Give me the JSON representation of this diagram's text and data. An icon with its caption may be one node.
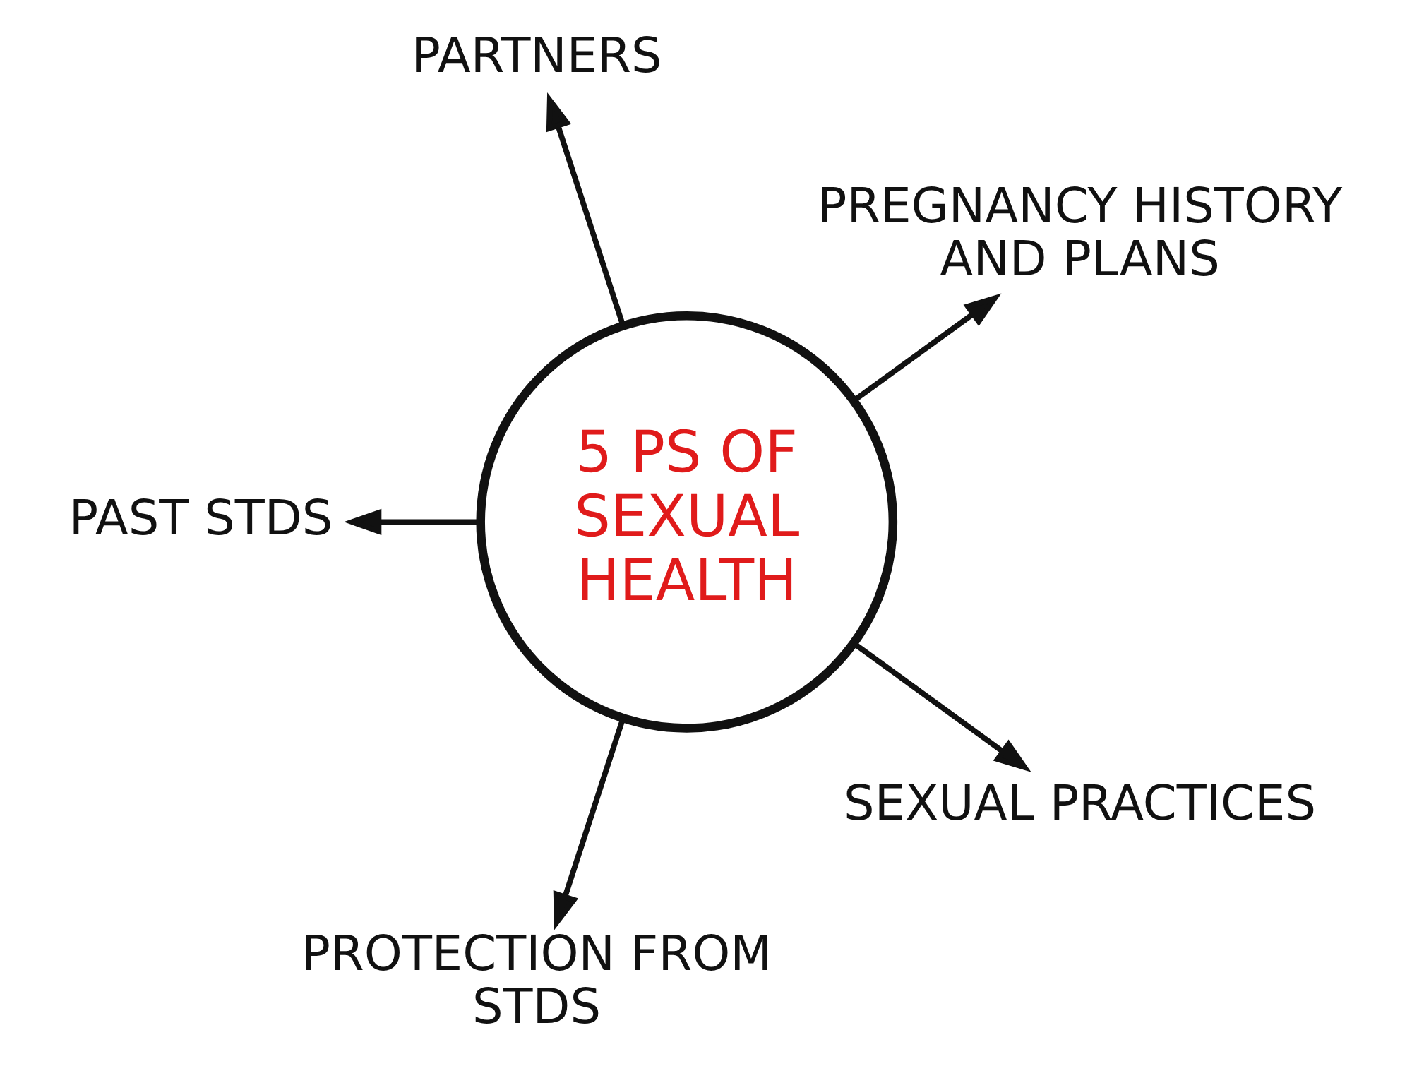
{
  "diagram": {
    "nodes": [
      {
        "text": [
          "5 PS OF SEXUAL HEALTH"
        ]
      },
      {
        "text": [
          "PREGNANCY HISTORY AND PLANS"
        ]
      },
      {
        "text": [
          "PARTNERS"
        ]
      },
      {
        "text": [
          "PAST STDS"
        ]
      },
      {
        "text": [
          "PROTECTION FROM STDS"
        ]
      },
      {
        "text": [
          "SEXUAL PRACTICES"
        ]
      }
    ],
    "edges": [
      {
        "from": 0,
        "to": 1,
        "arrow": "to"
      },
      {
        "from": 0,
        "to": 2,
        "arrow": "to"
      },
      {
        "from": 0,
        "to": 3,
        "arrow": "to"
      },
      {
        "from": 0,
        "to": 4,
        "arrow": "to"
      },
      {
        "from": 0,
        "to": 5,
        "arrow": "to"
      }
    ]
  }
}
